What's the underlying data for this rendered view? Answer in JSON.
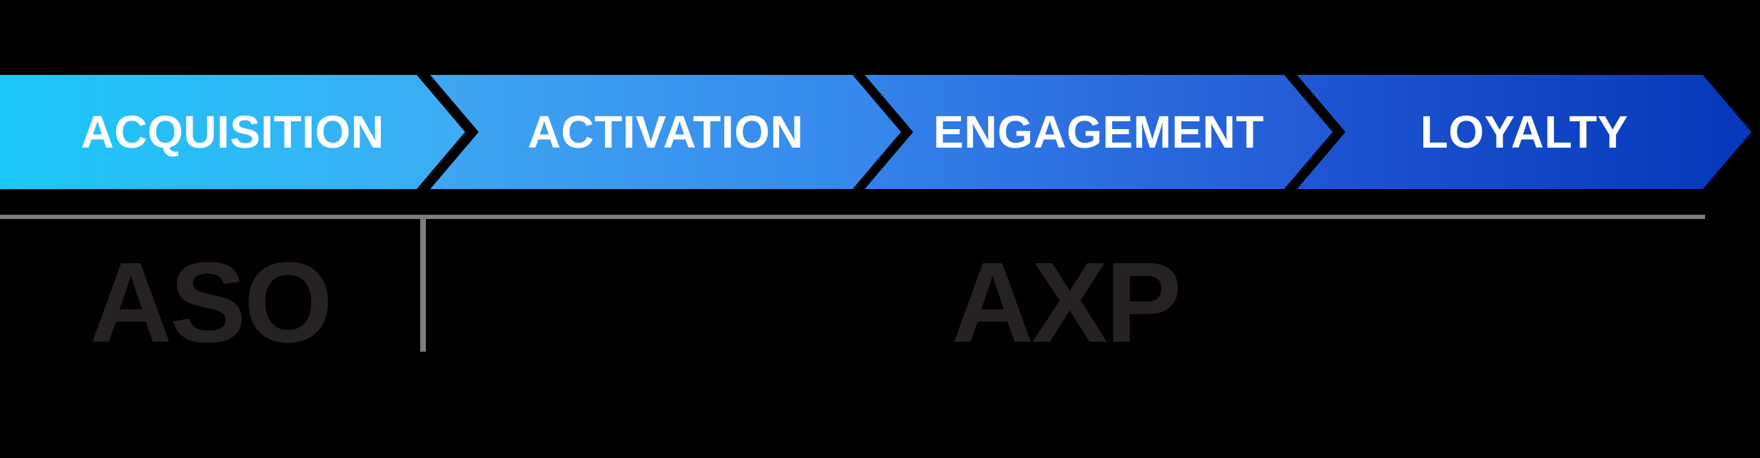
{
  "diagram": {
    "background_color": "#000000",
    "funnel": {
      "label_color": "#FFFFFF",
      "stages": [
        {
          "label": "ACQUISITION",
          "color_start": "#1CC8FA",
          "color_end": "#3FA9F3"
        },
        {
          "label": "ACTIVATION",
          "color_start": "#3EA7F3",
          "color_end": "#3585EB"
        },
        {
          "label": "ENGAGEMENT",
          "color_start": "#3482EA",
          "color_end": "#2259D5"
        },
        {
          "label": "LOYALTY",
          "color_start": "#2057D4",
          "color_end": "#0437B9"
        }
      ]
    },
    "bottom_section": {
      "left_label": "ASO",
      "right_label": "AXP",
      "label_color": "#262223",
      "divider_color": "#7D7D7D"
    }
  }
}
